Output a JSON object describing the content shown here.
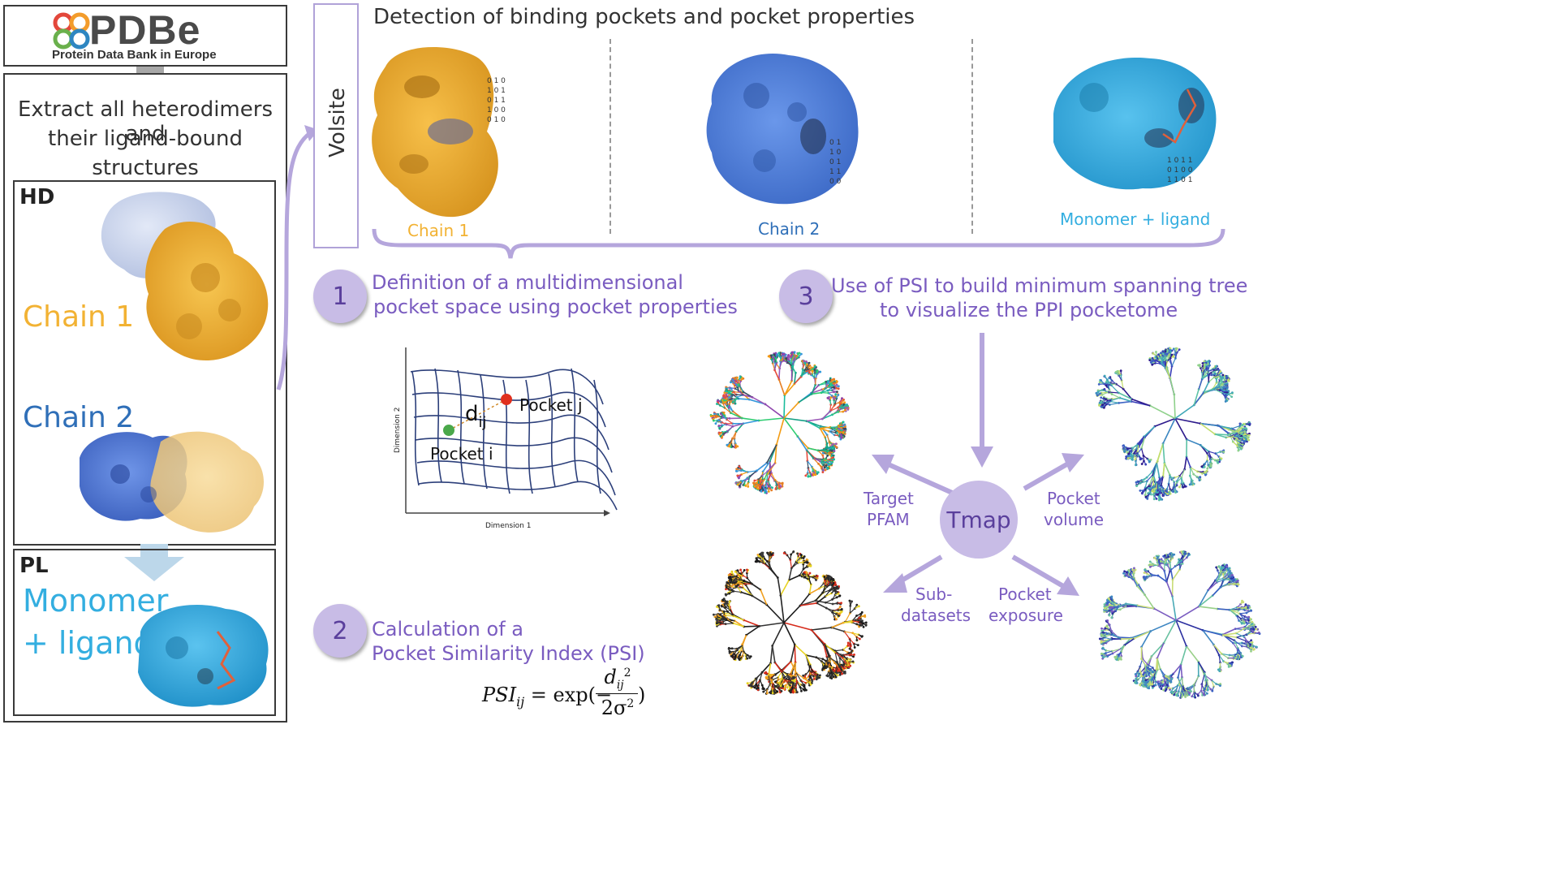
{
  "logo": {
    "name": "PDBe",
    "subtitle": "Protein Data Bank in Europe",
    "colors": [
      "#e3473b",
      "#f39c2b",
      "#6ab04c",
      "#2e86c1"
    ]
  },
  "left_panel": {
    "extract_text_1": "Extract all heterodimers and",
    "extract_text_2": "their ligand-bound",
    "extract_text_3": "structures",
    "hd_label": "HD",
    "chain1_label": "Chain 1",
    "chain2_label": "Chain 2",
    "pl_label": "PL",
    "monomer_label_1": "Monomer",
    "monomer_label_2": "+ ligand"
  },
  "volsite_label": "Volsite",
  "top_title": "Detection of binding pockets and pocket properties",
  "top_panels": {
    "chain1": "Chain 1",
    "chain2": "Chain 2",
    "monomer": "Monomer + ligand"
  },
  "step1": {
    "number": "1",
    "line1": "Definition of a multidimensional",
    "line2": "pocket space using pocket properties"
  },
  "step2": {
    "number": "2",
    "line1": "Calculation of a",
    "line2": "Pocket Similarity Index (PSI)"
  },
  "step3": {
    "number": "3",
    "line1": "Use of PSI to build minimum spanning tree",
    "line2": "to visualize the PPI pocketome"
  },
  "pocket_space": {
    "pocket_i": "Pocket i",
    "pocket_j": "Pocket j",
    "distance": "d",
    "distance_sub": "ij",
    "xlabel": "Dimension 1",
    "ylabel": "Dimension 2"
  },
  "formula": {
    "lhs": "PSI",
    "lhs_sub": "ij",
    "eq": "= exp(−",
    "numerator": "d",
    "num_sub": "ij",
    "num_sup": "2",
    "denominator": "2σ",
    "den_sup": "2",
    "close": ")"
  },
  "tmap": {
    "center": "Tmap",
    "target_pfam_1": "Target",
    "target_pfam_2": "PFAM",
    "pocket_volume_1": "Pocket",
    "pocket_volume_2": "volume",
    "subdatasets_1": "Sub-",
    "subdatasets_2": "datasets",
    "pocket_exposure_1": "Pocket",
    "pocket_exposure_2": "exposure"
  },
  "colors": {
    "orange": "#f2b233",
    "chain2_blue": "#3a6fc4",
    "monomer_blue": "#33aee0",
    "purple_text": "#7a5cc0",
    "circle_fill": "#c8bce6"
  }
}
